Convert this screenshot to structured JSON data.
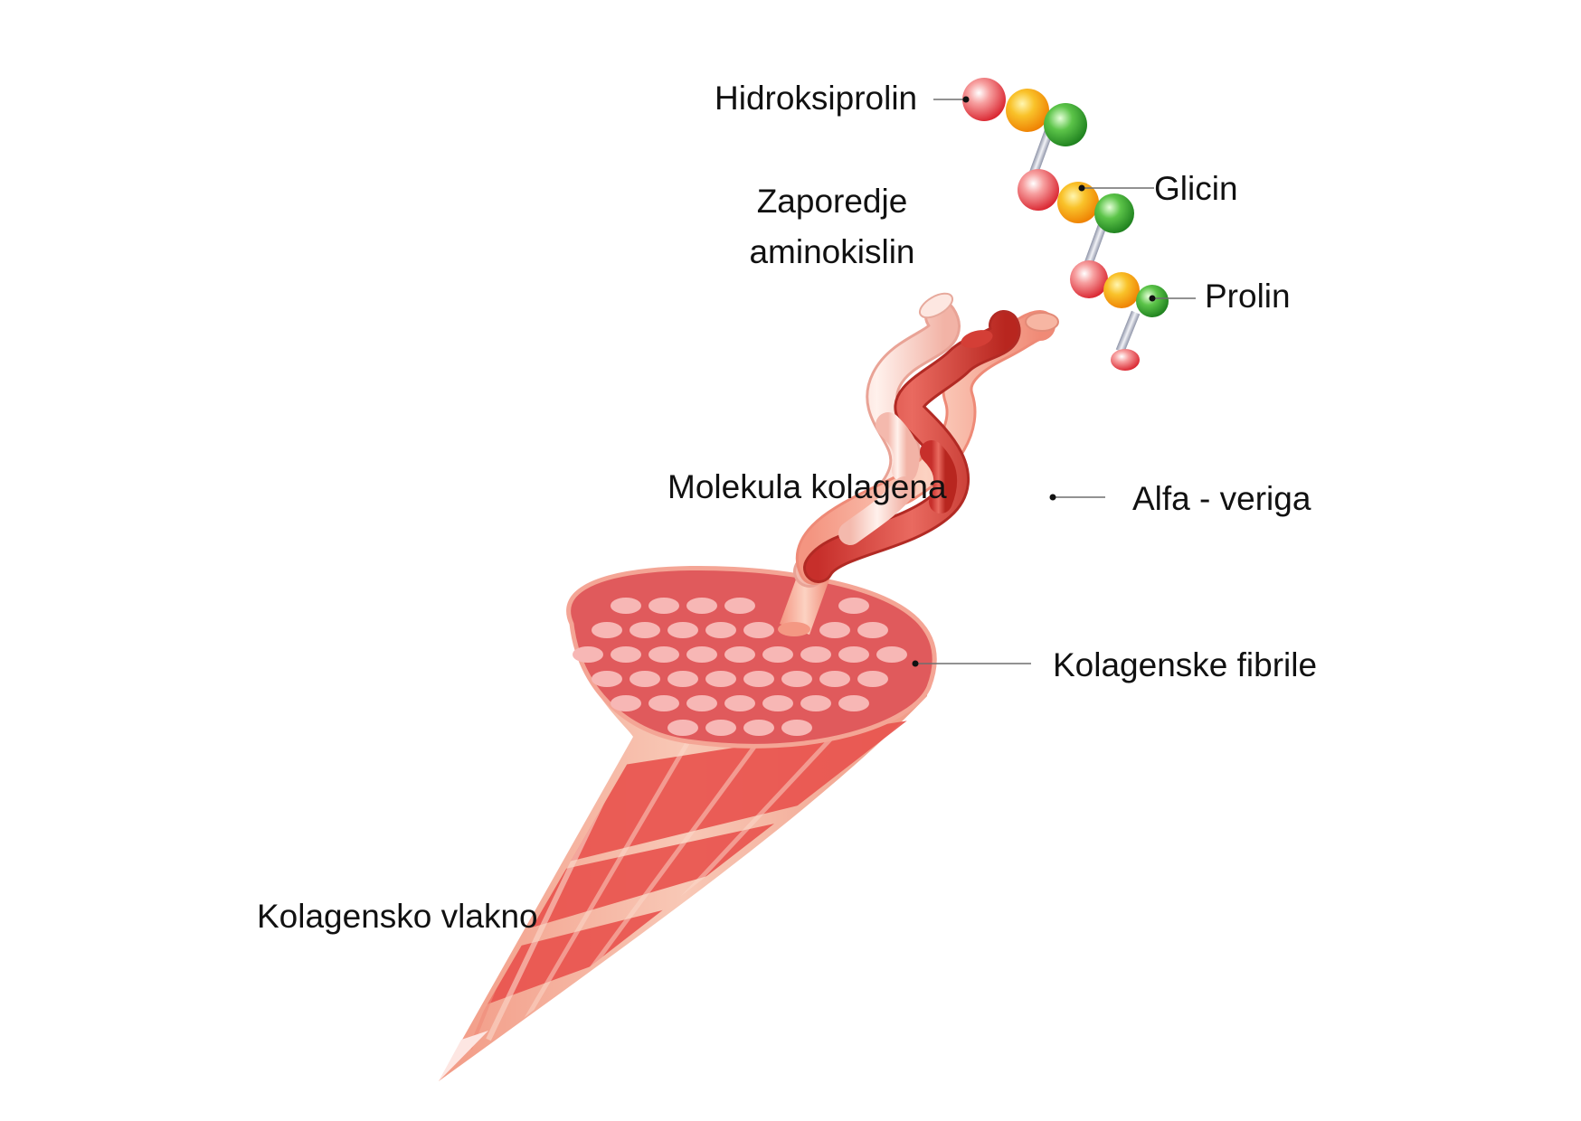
{
  "labels": {
    "hydroxyproline": "Hidroksiprolin",
    "sequence_line1": "Zaporedje",
    "sequence_line2": "aminokislin",
    "glycine": "Glicin",
    "proline": "Prolin",
    "molecule": "Molekula kolagena",
    "alpha_chain": "Alfa - veriga",
    "fibrils": "Kolagenske fibrile",
    "fiber": "Kolagensko vlakno"
  },
  "colors": {
    "hydroxyproline": "#e8313a",
    "glycine": "#f5a00c",
    "proline": "#2e9e2a",
    "chain_dark": "#d9453b",
    "chain_light": "#f9cfc5",
    "fiber_base": "#f2a98f",
    "fiber_band": "#e8544e",
    "cross_section": "#e05a5c",
    "fibril_ellipse": "#f7b7b5"
  }
}
